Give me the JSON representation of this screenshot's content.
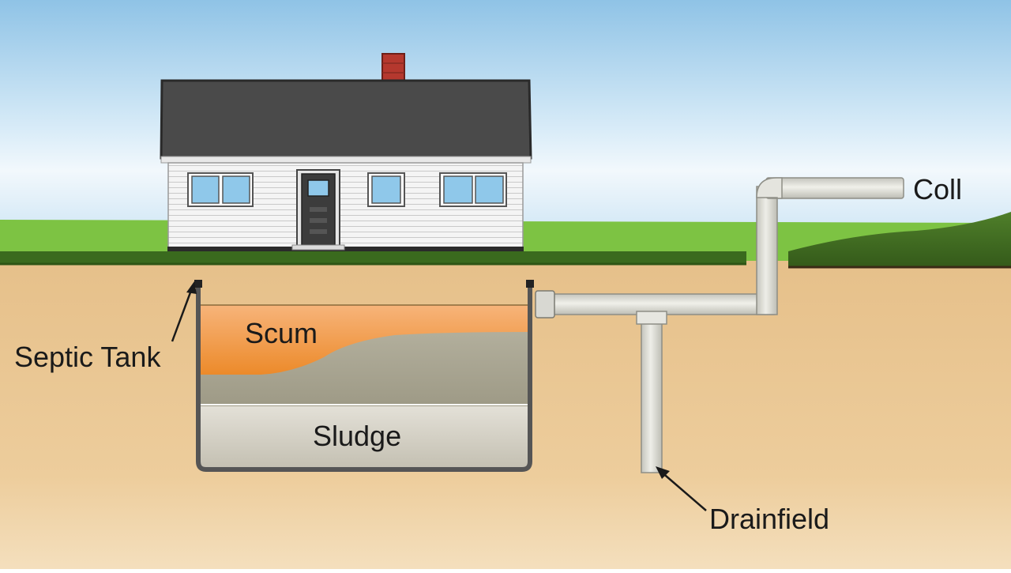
{
  "labels": {
    "septic_tank": "Septic Tank",
    "scum": "Scum",
    "sludge": "Sludge",
    "drainfield": "Drainfield",
    "collection": "Coll"
  },
  "colors": {
    "sky_top": "#8cc3e6",
    "sky_bottom": "#e6f2fa",
    "grass": "#7cc242",
    "grass_dark": "#3f6b22",
    "soil": "#e8c48f",
    "roof": "#4a4a4a",
    "chimney": "#b5382e",
    "siding": "#f2f2f2",
    "window": "#8fc8ea",
    "scum": "#f0902e",
    "effluent": "#a8a490",
    "sludge": "#d6d2c6",
    "pipe": "#dcdcd6"
  }
}
